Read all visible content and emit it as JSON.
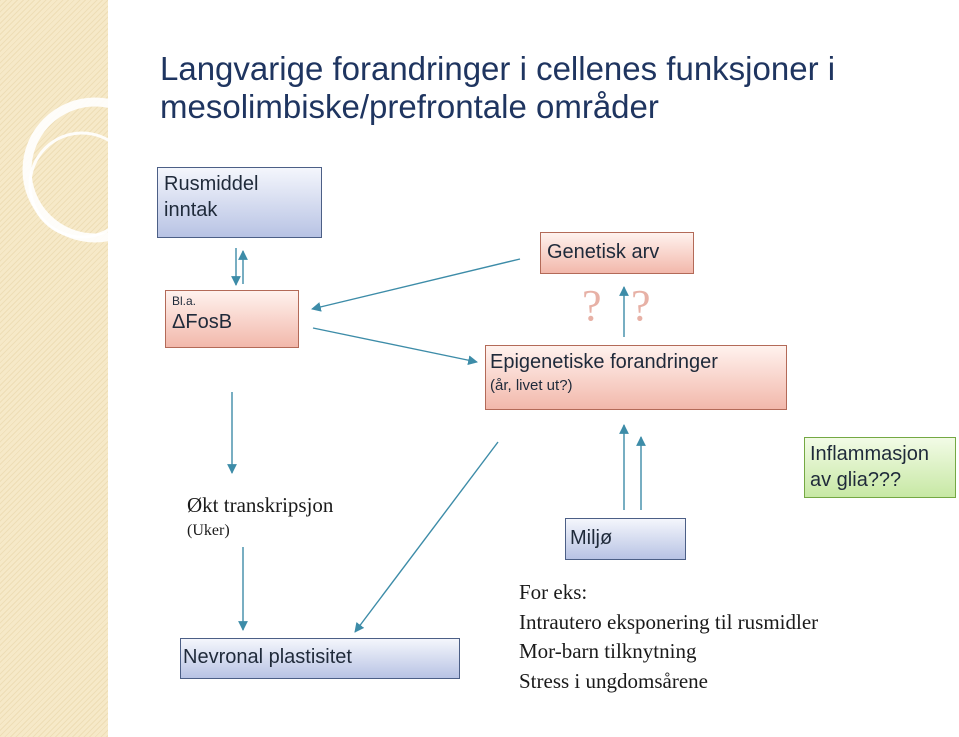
{
  "title": "Langvarige forandringer i cellenes funksjoner i mesolimbiske/prefrontale områder",
  "boxes": {
    "rusmiddel": "Rusmiddel inntak",
    "genetisk": "Genetisk arv",
    "fosb_note": "Bl.a.",
    "fosb": "ΔFosB",
    "epigenetiske": "Epigenetiske forandringer",
    "epigenetiske_sub": "(år, livet ut?)",
    "inflammasjon": "Inflammasjon av glia???",
    "miljo": "Miljø",
    "nevronal": "Nevronal plastisitet"
  },
  "question_marks": [
    "?",
    "?"
  ],
  "transkripsjon": {
    "label": "Økt transkripsjon",
    "sub": "(Uker)"
  },
  "examples": {
    "heading": "For eks:",
    "items": [
      "Intrautero eksponering til rusmidler",
      "Mor-barn tilknytning",
      "Stress i ungdomsårene"
    ]
  },
  "colors": {
    "title": "#1f3560",
    "arrow": "#3d8ca8",
    "question_mark": "#e7b1a6"
  }
}
